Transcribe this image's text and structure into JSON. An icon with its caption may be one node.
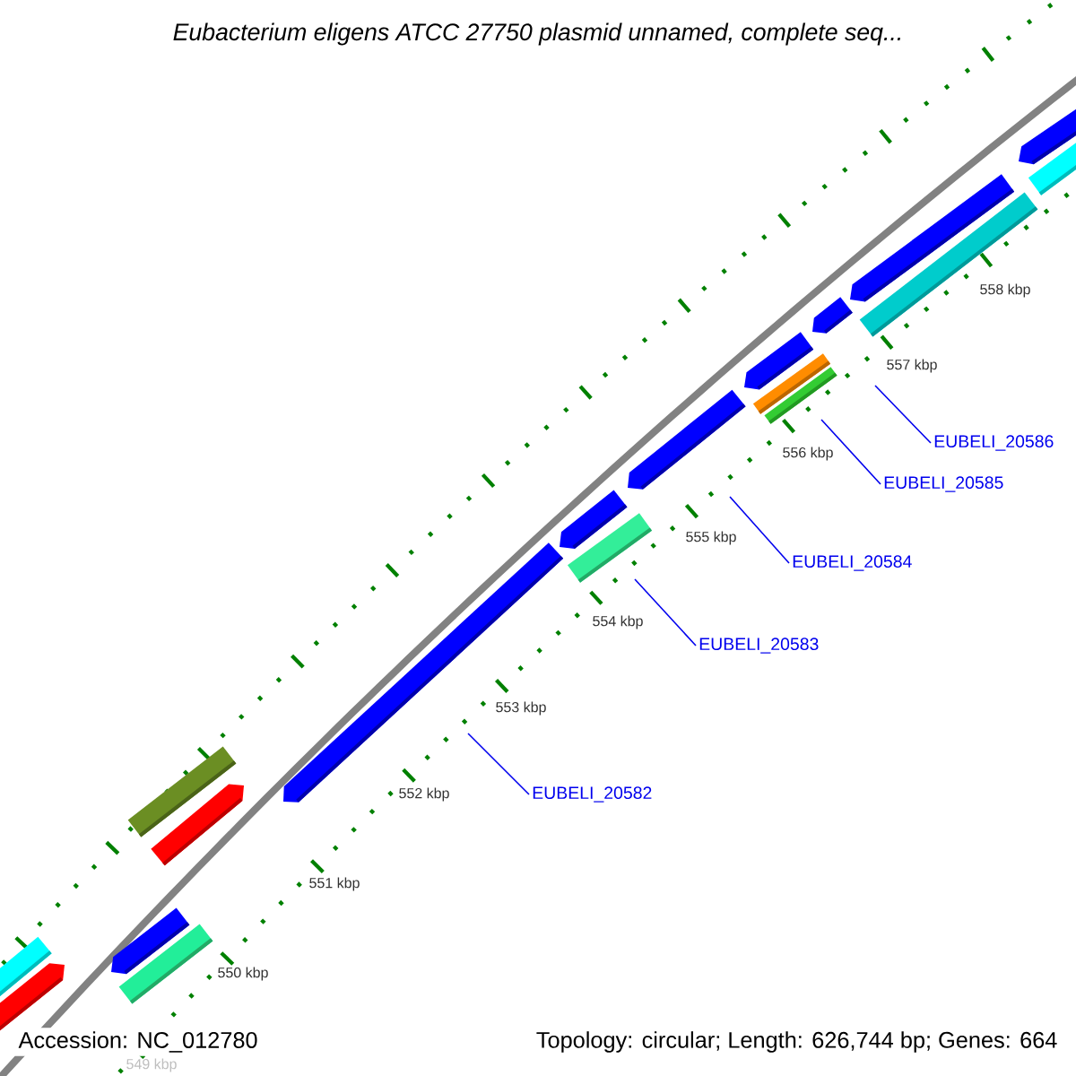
{
  "diagram": {
    "title": "Eubacterium eligens ATCC 27750 plasmid unnamed, complete seq...",
    "nodes": [
      {
        "text": [
          "EUBELI_20586"
        ]
      },
      {
        "text": [
          "EUBELI_20585"
        ]
      },
      {
        "text": [
          "EUBELI_20584"
        ]
      },
      {
        "text": [
          "EUBELI_20583"
        ]
      },
      {
        "text": [
          "EUBELI_20582"
        ]
      }
    ],
    "edges": [
      {
        "from": 0,
        "to": null,
        "arrow": "none"
      },
      {
        "from": 1,
        "to": null,
        "arrow": "none"
      },
      {
        "from": 2,
        "to": null,
        "arrow": "none"
      },
      {
        "from": 3,
        "to": null,
        "arrow": "none"
      },
      {
        "from": 4,
        "to": null,
        "arrow": "none"
      }
    ],
    "labels": [
      "558 kbp",
      "557 kbp",
      "556 kbp",
      "555 kbp",
      "554 kbp",
      "553 kbp",
      "552 kbp",
      "551 kbp",
      "550 kbp",
      "549 kbp",
      "Accession: NC_012780",
      "Topology: circular; Length: 626,744 bp; Genes: 664"
    ]
  }
}
